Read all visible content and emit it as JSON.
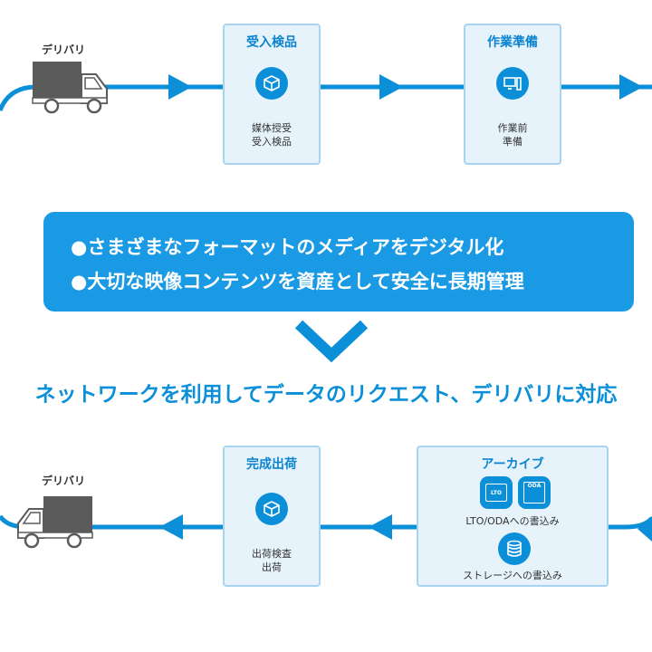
{
  "top_flow": {
    "truck_label": "デリバリ",
    "steps": [
      {
        "title": "受入検品",
        "icon": "box-icon",
        "lines": [
          "媒体授受",
          "受入検品"
        ]
      },
      {
        "title": "作業準備",
        "icon": "computer-icon",
        "lines": [
          "作業前",
          "準備"
        ]
      }
    ]
  },
  "banner": {
    "lines": [
      "●さまざまなフォーマットのメディアをデジタル化",
      "●大切な映像コンテンツを資産として安全に長期管理"
    ]
  },
  "headline": "ネットワークを利用してデータのリクエスト、デリバリに対応",
  "bottom_flow": {
    "truck_label": "デリバリ",
    "ship": {
      "title": "完成出荷",
      "icon": "box-icon",
      "lines": [
        "出荷検査",
        "出荷"
      ]
    },
    "archive": {
      "title": "アーカイブ",
      "icons": [
        {
          "name": "lto-icon",
          "text": "LTO"
        },
        {
          "name": "oda-icon",
          "text": "ODA"
        },
        {
          "name": "database-icon"
        }
      ],
      "label_1": "LTO/ODAへの書込み",
      "label_2": "ストレージへの書込み"
    }
  },
  "colors": {
    "accent": "#0b8fd8",
    "banner": "#1a9ae4",
    "card_bg": "#e6f3fb",
    "card_border": "#a9d4ef",
    "truck": "#5b5b5b"
  }
}
